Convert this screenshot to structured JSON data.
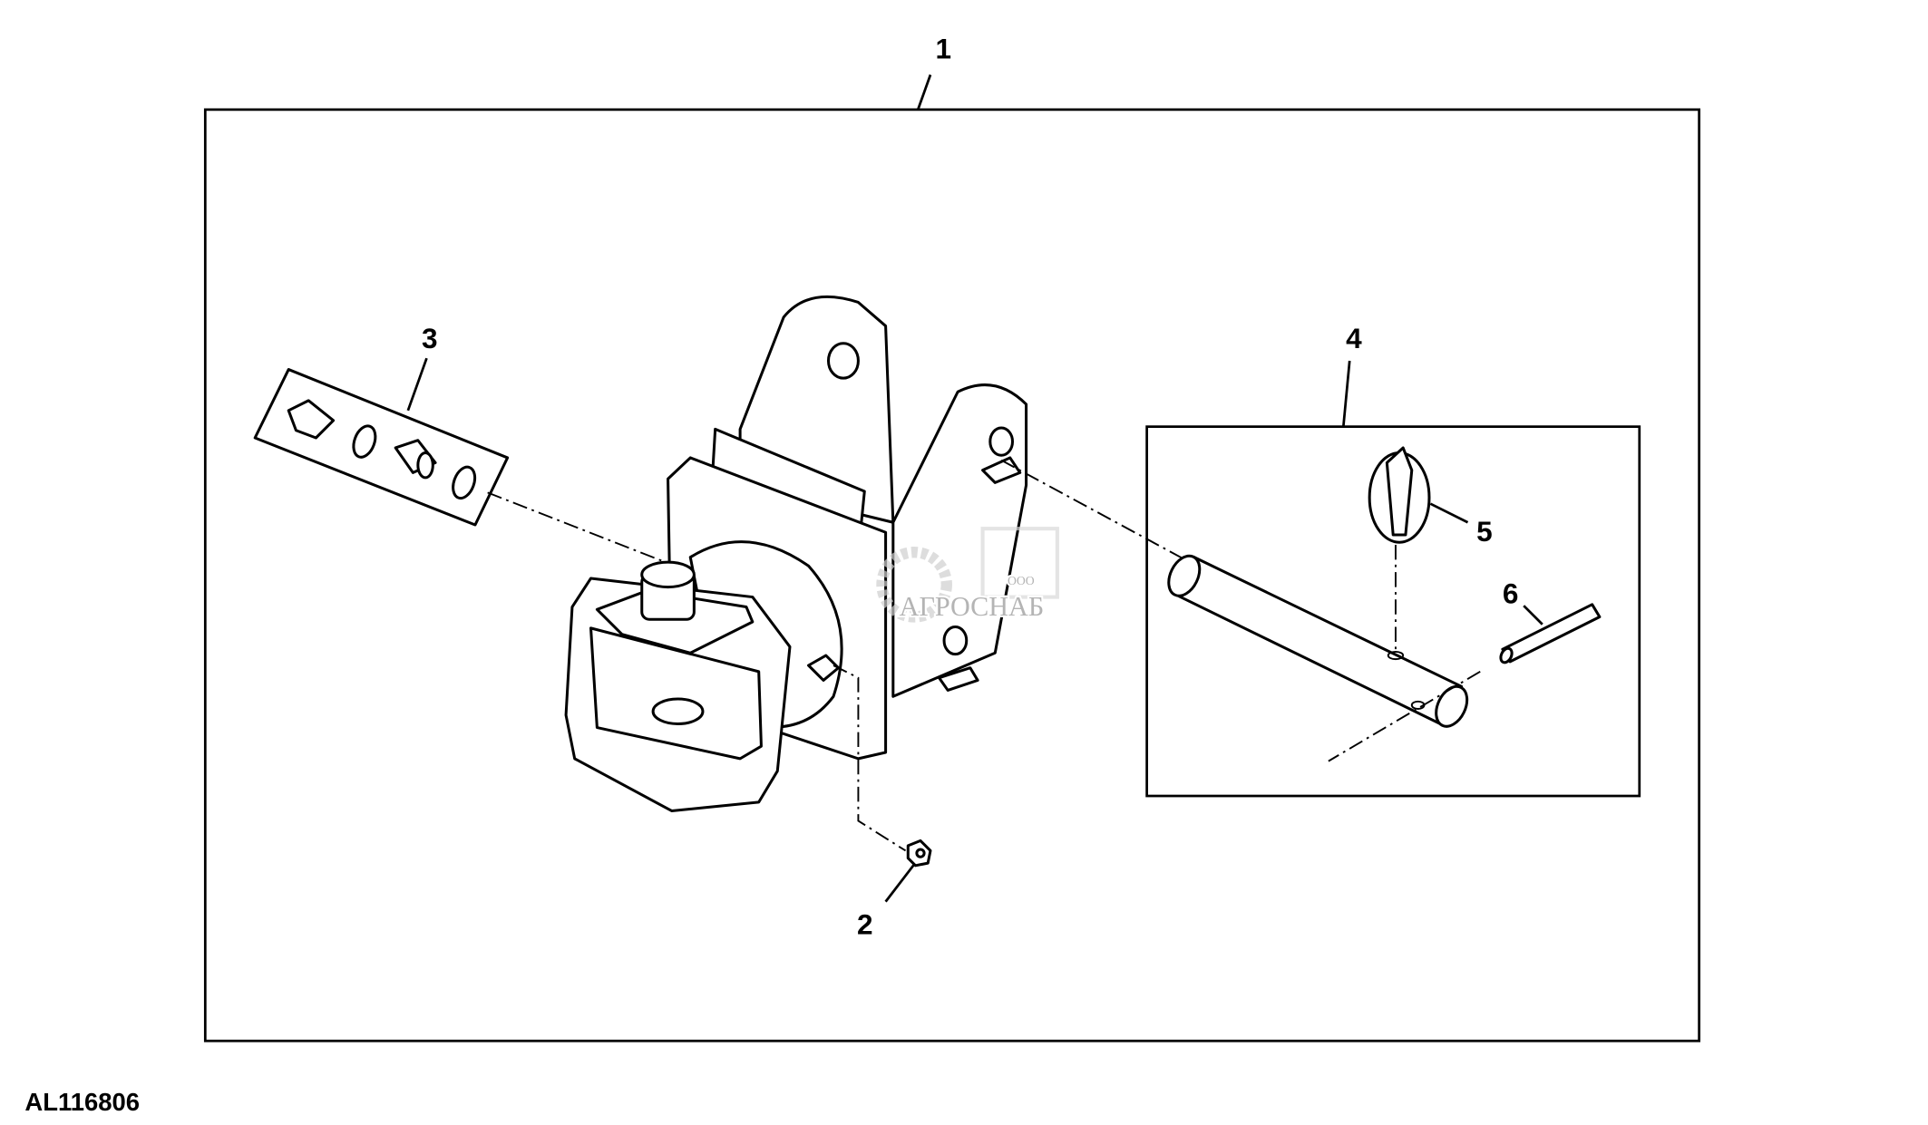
{
  "figure_id": "AL116806",
  "callouts": {
    "c1": "1",
    "c2": "2",
    "c3": "3",
    "c4": "4",
    "c5": "5",
    "c6": "6"
  },
  "watermark": {
    "prefix": "ООО",
    "name": "АГРОСНАБ"
  }
}
